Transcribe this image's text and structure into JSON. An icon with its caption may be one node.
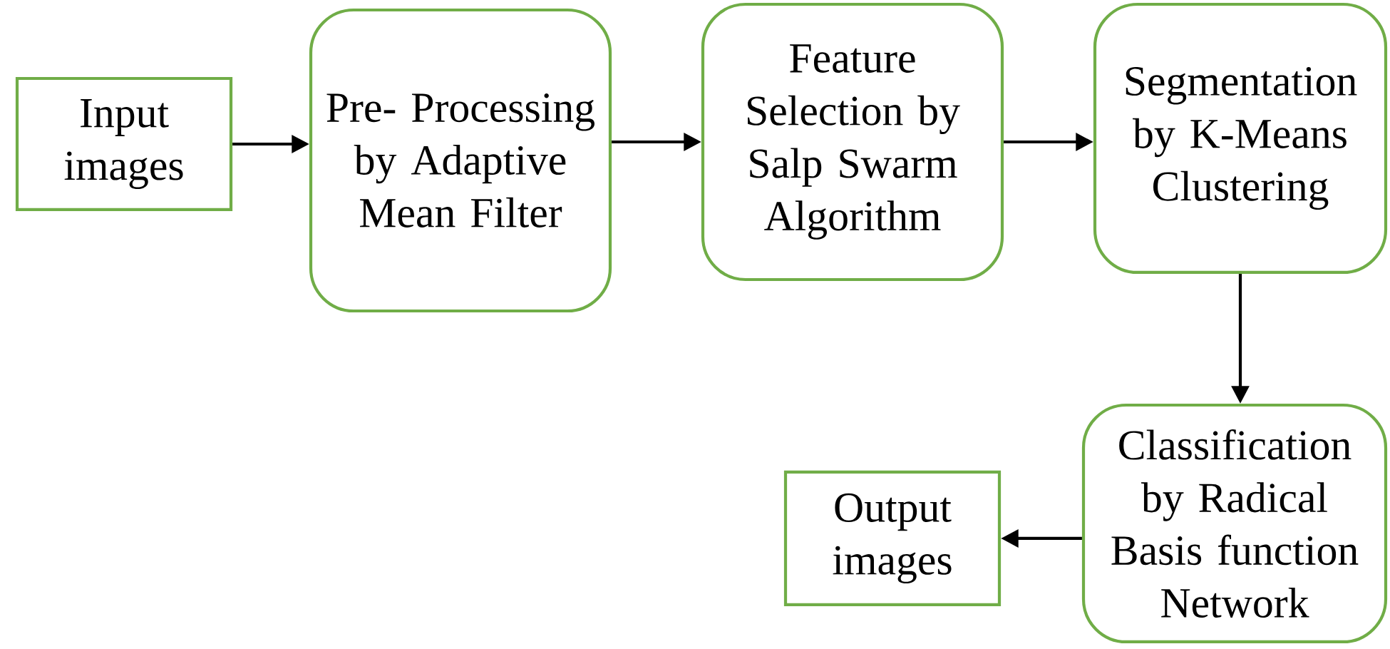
{
  "diagram": {
    "nodes": [
      {
        "text": [
          "Input images"
        ]
      },
      {
        "text": [
          "Pre- Processing by Adaptive Mean Filter"
        ]
      },
      {
        "text": [
          "Feature Selection by Salp Swarm Algorithm"
        ]
      },
      {
        "text": [
          "Segmentation by K-Means Clustering"
        ]
      },
      {
        "text": [
          "Classification by Radical Basis function Network"
        ]
      },
      {
        "text": [
          "Output images"
        ]
      }
    ],
    "edges": [
      {
        "from": 0,
        "to": 1,
        "arrow": "to"
      },
      {
        "from": 1,
        "to": 2,
        "arrow": "to"
      },
      {
        "from": 2,
        "to": 3,
        "arrow": "to"
      },
      {
        "from": 3,
        "to": 4,
        "arrow": "to"
      },
      {
        "from": 4,
        "to": 5,
        "arrow": "to"
      }
    ]
  }
}
